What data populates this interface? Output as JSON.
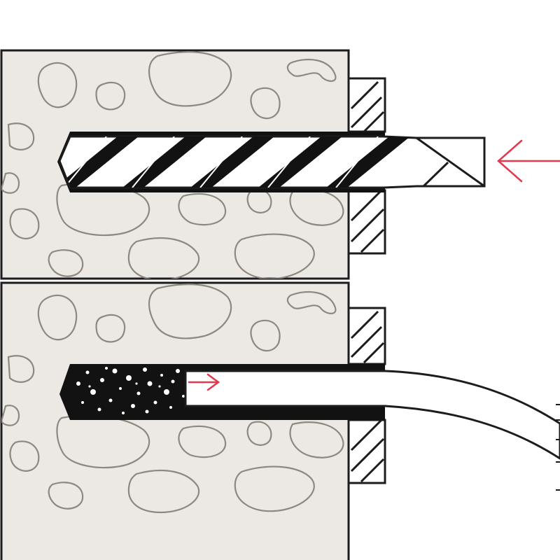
{
  "diagram": {
    "panels": [
      {
        "step": "drilling",
        "tool": "twist-drill-bit",
        "motion": "insertion-into-hole"
      },
      {
        "step": "cleaning",
        "tool": "compressed-air-nozzle",
        "motion": "dust-blown-out-of-hole"
      }
    ],
    "colors": {
      "concrete_fill": "#ece9e5",
      "aggregate_stroke": "#8d8880",
      "outline": "#1c1c1c",
      "hole": "#121212",
      "drill_fill": "#ffffff",
      "direction_arrow": "#e3384d"
    }
  }
}
